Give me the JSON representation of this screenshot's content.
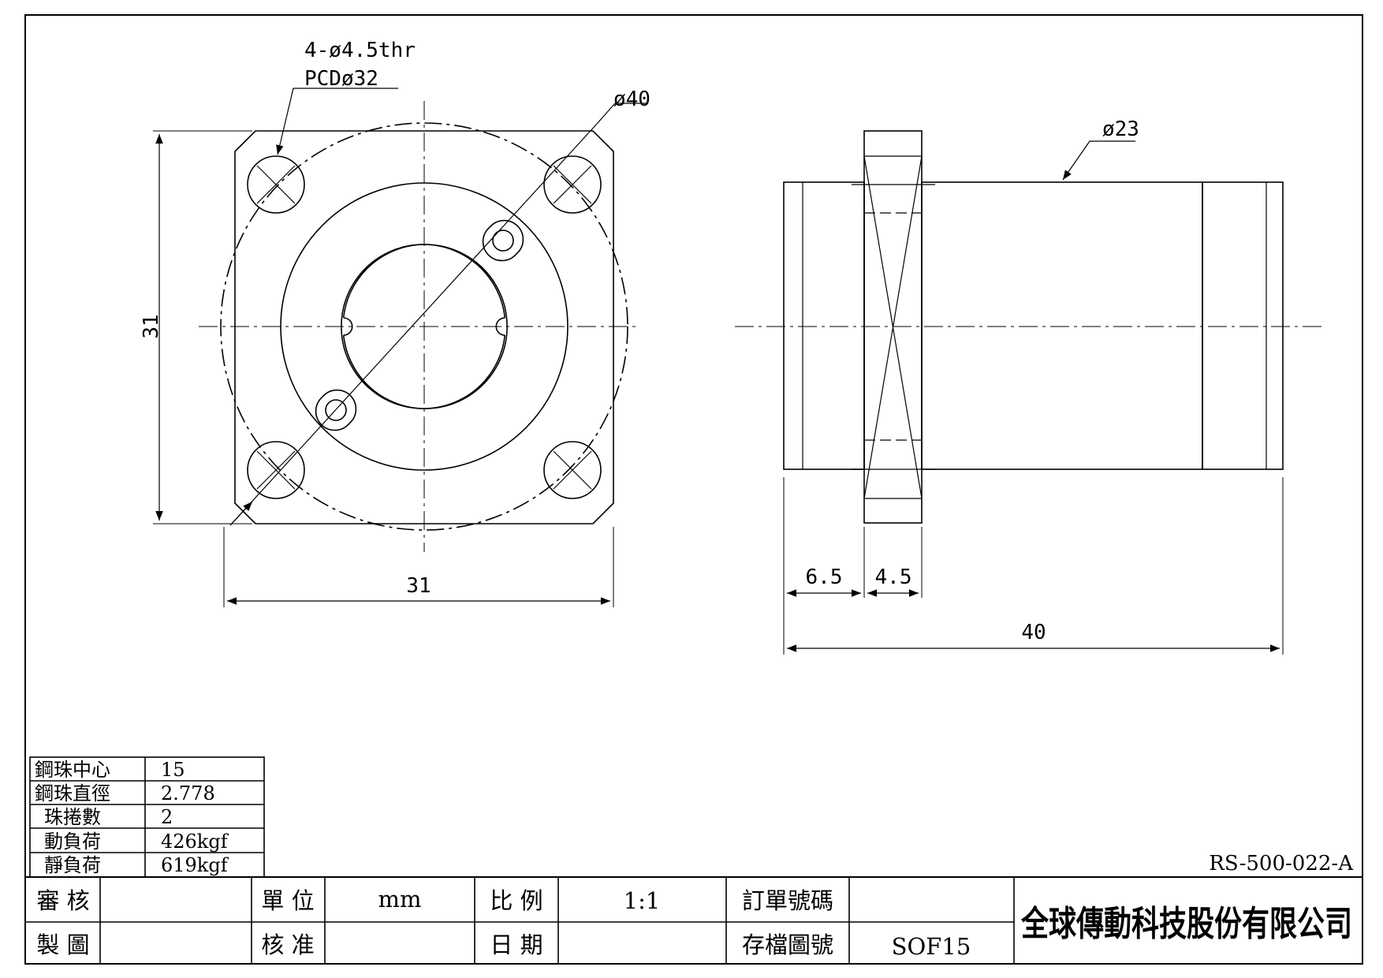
{
  "views": {
    "front": {
      "hole_note_line1": "4-ø4.5thr",
      "hole_note_line2": "PCDø32",
      "outer_diameter": "ø40",
      "height": "31",
      "width": "31"
    },
    "side": {
      "body_diameter": "ø23",
      "seg_a": "6.5",
      "seg_b": "4.5",
      "total_length": "40"
    }
  },
  "specs": [
    {
      "label": "鋼珠中心",
      "value": "15"
    },
    {
      "label": "鋼珠直徑",
      "value": "2.778"
    },
    {
      "label": "珠捲數",
      "value": "2"
    },
    {
      "label": "動負荷",
      "value": "426kgf"
    },
    {
      "label": "靜負荷",
      "value": "619kgf"
    }
  ],
  "drawing_number": "RS-500-022-A",
  "title_block": {
    "review_label": "審 核",
    "review_value": "",
    "drawn_label": "製 圖",
    "drawn_value": "",
    "unit_label": "單 位",
    "unit_value": "mm",
    "approve_label": "核 准",
    "approve_value": "",
    "scale_label": "比 例",
    "scale_value": "1:1",
    "date_label": "日 期",
    "date_value": "",
    "order_label": "訂單號碼",
    "order_value": "",
    "archive_label": "存檔圖號",
    "archive_value": "SOF15",
    "company": "全球傳動科技股份有限公司"
  }
}
